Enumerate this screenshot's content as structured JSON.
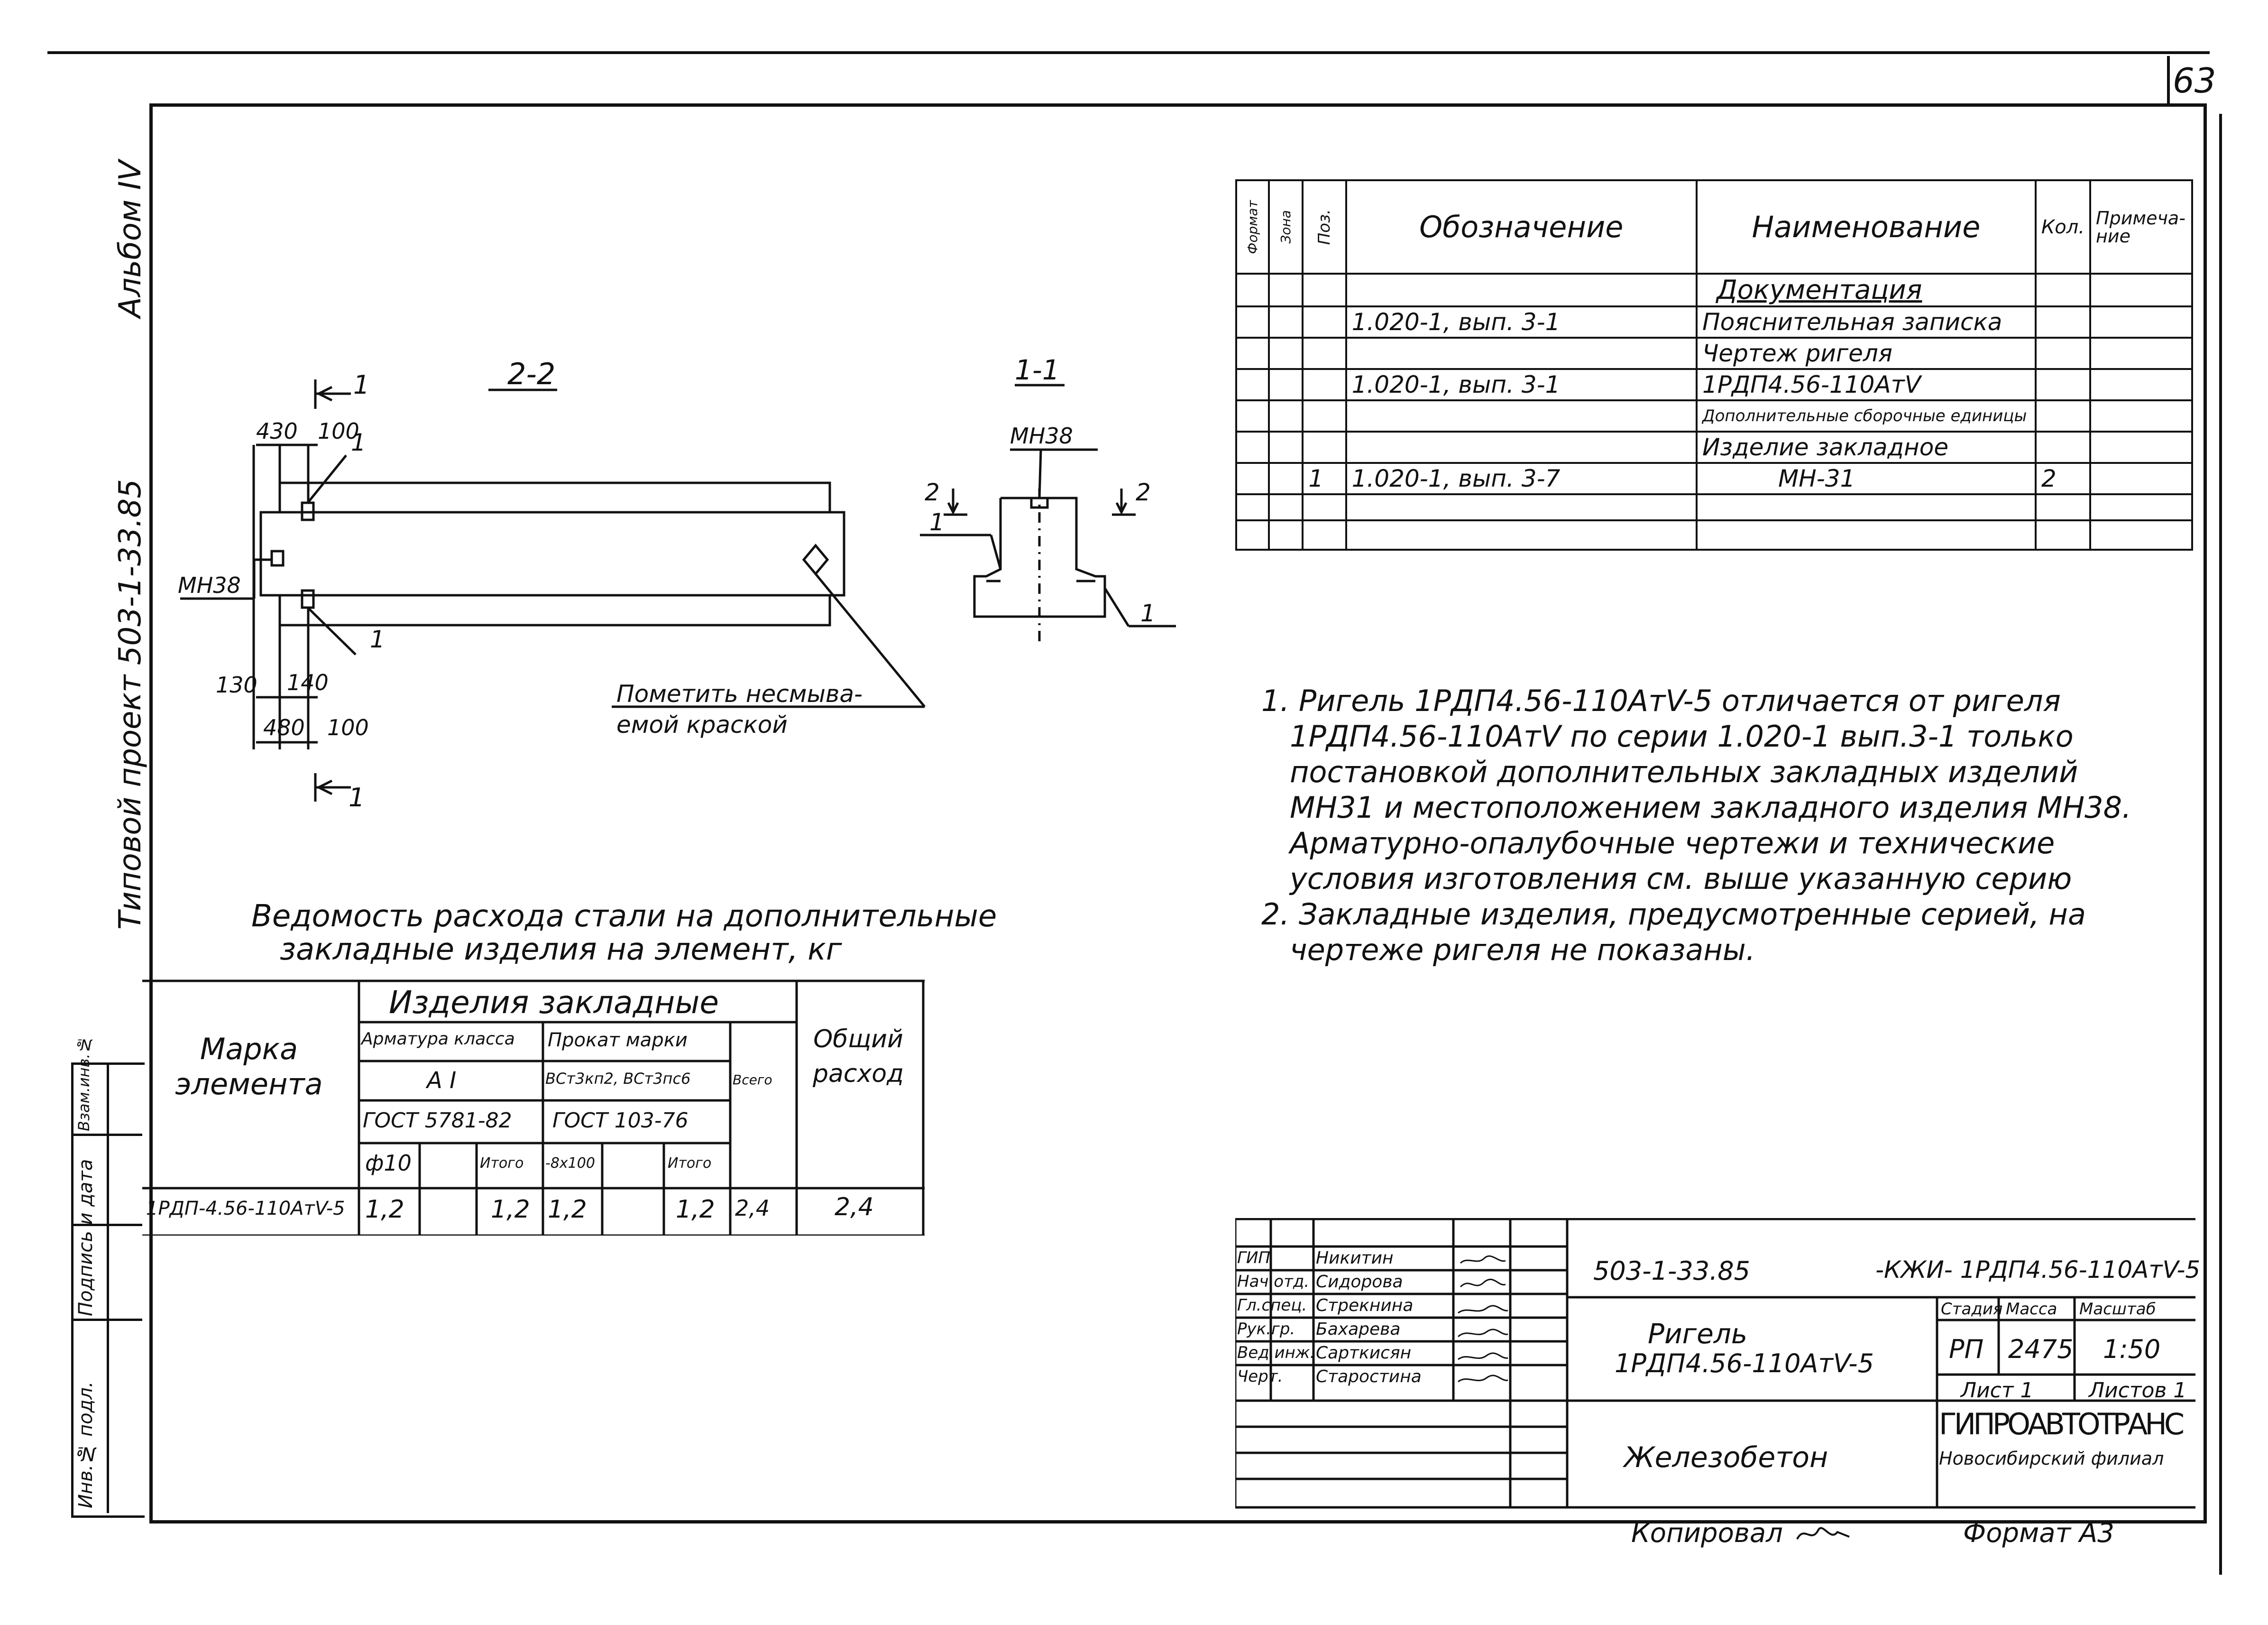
{
  "page_number": "63",
  "side": {
    "album": "Альбом IV",
    "project": "Типовой проект 503-1-33.85",
    "strip_labels": [
      "Инв.№ подл.",
      "Подпись и дата",
      "Взам.инв.№"
    ]
  },
  "drawing": {
    "section_22": "2-2",
    "section_11": "1-1",
    "cut_marks": [
      "1",
      "1",
      "2",
      "2"
    ],
    "dims": [
      "430",
      "100",
      "130",
      "140",
      "480",
      "100"
    ],
    "mark_mn38": "МН38",
    "pos_labels": [
      "1",
      "1",
      "1",
      "1"
    ],
    "note_paint": [
      "Пометить несмыва-",
      "емой краской"
    ]
  },
  "spec_table": {
    "headers": {
      "format": "Формат",
      "zone": "Зона",
      "pos": "Поз.",
      "designation": "Обозначение",
      "name": "Наименование",
      "qty": "Кол.",
      "note": "Примеча-ние"
    },
    "rows": [
      {
        "pos": "",
        "designation": "",
        "name": "Документация",
        "qty": ""
      },
      {
        "pos": "",
        "designation": "1.020-1, вып. 3-1",
        "name": "Пояснительная записка",
        "qty": ""
      },
      {
        "pos": "",
        "designation": "",
        "name": "Чертеж ригеля",
        "qty": ""
      },
      {
        "pos": "",
        "designation": "1.020-1, вып. 3-1",
        "name": "1РДП4.56-110АтV",
        "qty": ""
      },
      {
        "pos": "",
        "designation": "",
        "name": "Дополнительные сборочные единицы",
        "qty": ""
      },
      {
        "pos": "",
        "designation": "",
        "name": "Изделие закладное",
        "qty": ""
      },
      {
        "pos": "1",
        "designation": "1.020-1, вып. 3-7",
        "name": "МН-31",
        "qty": "2"
      },
      {
        "pos": "",
        "designation": "",
        "name": "",
        "qty": ""
      },
      {
        "pos": "",
        "designation": "",
        "name": "",
        "qty": ""
      }
    ]
  },
  "notes": [
    "1. Ригель 1РДП4.56-110АтV-5 отличается от ригеля",
    "1РДП4.56-110АтV по серии 1.020-1 вып.3-1 только",
    "постановкой дополнительных закладных изделий",
    "МН31 и местоположением закладного изделия МН38.",
    "Арматурно-опалубочные чертежи и технические",
    "условия изготовления см. выше указанную серию",
    "2. Закладные изделия, предусмотренные серией, на",
    "чертеже ригеля не показаны."
  ],
  "steel_table": {
    "title_line1": "Ведомость расхода стали на дополнительные",
    "title_line2": "закладные изделия на элемент, кг",
    "col_mark": "Марка элемента",
    "group": "Изделия закладные",
    "sub_armature": "Арматура класса",
    "sub_rolled": "Прокат марки",
    "arm_class": "А I",
    "rolled_mark": "ВСт3кп2, ВСт3пс6",
    "total_label": "Всего",
    "grand_label": "Общий расход",
    "gost_arm": "ГОСТ 5781-82",
    "gost_rolled": "ГОСТ 103-76",
    "c_phi10": "ф10",
    "c_itogo1": "Итого",
    "c_s100": "-8х100",
    "c_itogo2": "Итого",
    "row": {
      "mark": "1РДП-4.56-110АтV-5",
      "phi10": "1,2",
      "e1": "",
      "itogo1": "1,2",
      "s100": "1,2",
      "e2": "",
      "itogo2": "1,2",
      "vsego": "2,4",
      "general": "2,4"
    }
  },
  "title_block": {
    "code": "503-1-33.85",
    "code_suffix": "-КЖИ- 1РДП4.56-110АтV-5",
    "staff": [
      {
        "role": "ГИП",
        "name": "Никитин"
      },
      {
        "role": "Нач.отд.",
        "name": "Сидорова"
      },
      {
        "role": "Гл.спец.",
        "name": "Стрекнина"
      },
      {
        "role": "Рук.гр.",
        "name": "Бахарева"
      },
      {
        "role": "Вед.инж.",
        "name": "Сарткисян"
      },
      {
        "role": "Черт.",
        "name": "Старостина"
      }
    ],
    "object_title": "Ригель",
    "object_mark": "1РДП4.56-110АтV-5",
    "material": "Железобетон",
    "stage_label": "Стадия",
    "mass_label": "Масса",
    "scale_label": "Масштаб",
    "stage": "РП",
    "mass": "2475",
    "scale": "1:50",
    "sheet": "Лист 1",
    "sheets": "Листов 1",
    "org": "ГИПРОАВТОТРАНС",
    "branch": "Новосибирский филиал",
    "copied": "Копировал",
    "format": "Формат А3"
  }
}
